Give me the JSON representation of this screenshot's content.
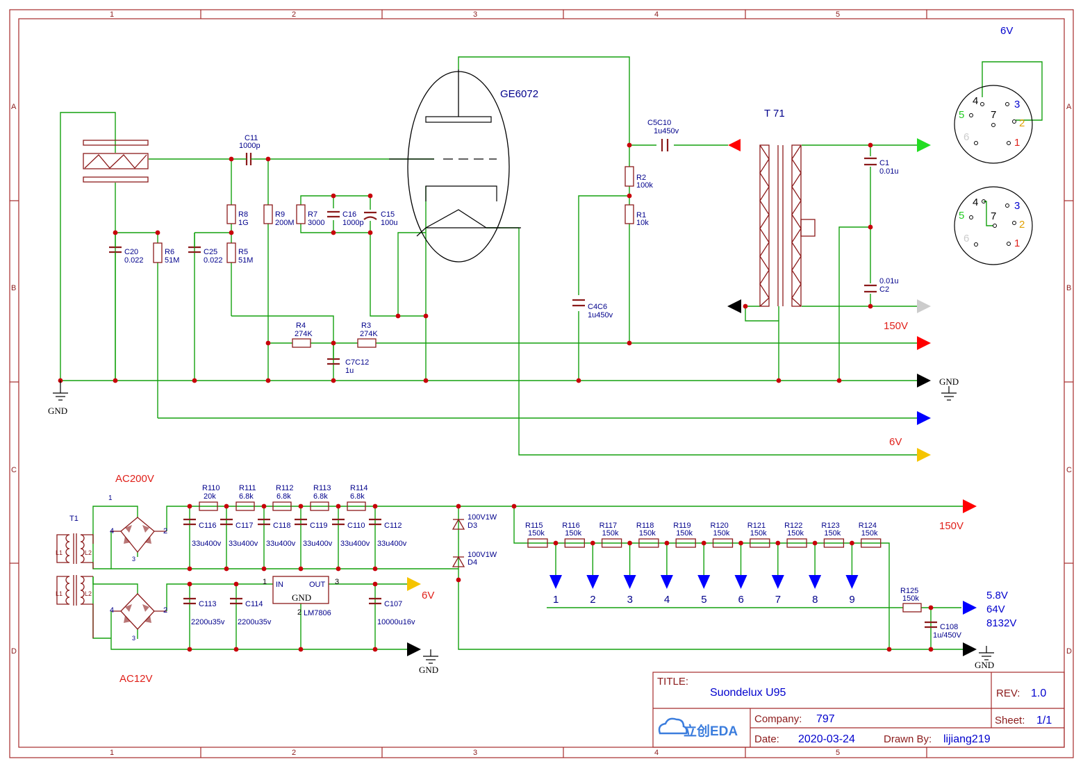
{
  "border": {
    "cols": [
      "1",
      "2",
      "3",
      "4",
      "5"
    ],
    "rows": [
      "A",
      "B",
      "C",
      "D"
    ]
  },
  "labels": {
    "tube": "GE6072",
    "transformer": "T 71",
    "t1": "T1",
    "ac200": "AC200V",
    "ac12": "AC12V",
    "gnd": "GND",
    "v150a": "150V",
    "v6a": "6V",
    "v150b": "150V",
    "v6b": "6V",
    "v6top": "6V",
    "out1": "5.8V",
    "out2": "64V",
    "out3": "8132V",
    "regulator": "LM7806",
    "reg_in": "IN",
    "reg_out": "OUT",
    "reg_gnd": "GND",
    "l1": "L1",
    "l2": "L2"
  },
  "components": [
    {
      "ref": "C11",
      "val": "1000p"
    },
    {
      "ref": "C5C10",
      "val": "1u450v"
    },
    {
      "ref": "R2",
      "val": "100k"
    },
    {
      "ref": "R1",
      "val": "10k"
    },
    {
      "ref": "C4C6",
      "val": "1u450v"
    },
    {
      "ref": "C1",
      "val": "0.01u"
    },
    {
      "ref": "C2",
      "val": "0.01u"
    },
    {
      "ref": "R8",
      "val": "1G"
    },
    {
      "ref": "R9",
      "val": "200M"
    },
    {
      "ref": "R7",
      "val": "3000"
    },
    {
      "ref": "C16",
      "val": "1000p"
    },
    {
      "ref": "C15",
      "val": "100u"
    },
    {
      "ref": "C20",
      "val": "0.022"
    },
    {
      "ref": "R6",
      "val": "51M"
    },
    {
      "ref": "C25",
      "val": "0.022"
    },
    {
      "ref": "R5",
      "val": "51M"
    },
    {
      "ref": "R4",
      "val": "274K"
    },
    {
      "ref": "R3",
      "val": "274K"
    },
    {
      "ref": "C7C12",
      "val": "1u"
    },
    {
      "ref": "R110",
      "val": "20k"
    },
    {
      "ref": "R111",
      "val": "6.8k"
    },
    {
      "ref": "R112",
      "val": "6.8k"
    },
    {
      "ref": "R113",
      "val": "6.8k"
    },
    {
      "ref": "R114",
      "val": "6.8k"
    },
    {
      "ref": "C116",
      "val": "33u400v"
    },
    {
      "ref": "C117",
      "val": "33u400v"
    },
    {
      "ref": "C118",
      "val": "33u400v"
    },
    {
      "ref": "C119",
      "val": "33u400v"
    },
    {
      "ref": "C110",
      "val": "33u400v"
    },
    {
      "ref": "C112",
      "val": "33u400v"
    },
    {
      "ref": "D3",
      "val": "100V1W"
    },
    {
      "ref": "D4",
      "val": "100V1W"
    },
    {
      "ref": "C113",
      "val": "2200u35v"
    },
    {
      "ref": "C114",
      "val": "2200u35v"
    },
    {
      "ref": "C107",
      "val": "10000u16v"
    },
    {
      "ref": "R125",
      "val": "150k"
    },
    {
      "ref": "C108",
      "val": "1u/450V"
    }
  ],
  "divider": {
    "refs": [
      "R115",
      "R116",
      "R117",
      "R118",
      "R119",
      "R120",
      "R121",
      "R122",
      "R123",
      "R124"
    ],
    "val": "150k",
    "taps": [
      "1",
      "2",
      "3",
      "4",
      "5",
      "6",
      "7",
      "8",
      "9"
    ]
  },
  "connector1": {
    "pins": [
      "4",
      "3",
      "5",
      "7",
      "2",
      "6",
      "1"
    ]
  },
  "connector2": {
    "pins": [
      "4",
      "3",
      "5",
      "7",
      "2",
      "6",
      "1"
    ]
  },
  "bridge_pins": [
    "1",
    "2",
    "3",
    "4"
  ],
  "reg_pins": [
    "1",
    "2",
    "3"
  ],
  "title_block": {
    "title_label": "TITLE:",
    "title": "Suondelux  U95",
    "rev_label": "REV:",
    "rev": "1.0",
    "company_label": "Company:",
    "company": "797",
    "sheet_label": "Sheet:",
    "sheet": "1/1",
    "date_label": "Date:",
    "date": "2020-03-24",
    "drawn_label": "Drawn By:",
    "drawn": "lijiang219",
    "logo": "立创EDA"
  },
  "colors": {
    "wire": "#13a10e",
    "component": "#8b1a1a",
    "text": "#00008b",
    "red": "#e0201a",
    "arrow_red": "#ff0000",
    "arrow_green": "#22dd22",
    "arrow_gray": "#cccccc",
    "arrow_blue": "#0000ff",
    "arrow_yellow": "#f5c400",
    "arrow_black": "#000000"
  }
}
